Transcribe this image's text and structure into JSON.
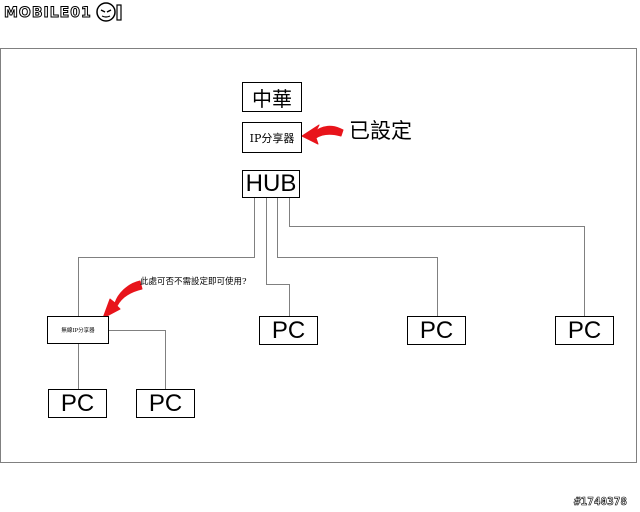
{
  "logo": {
    "text": "MOBILE01"
  },
  "nodes": {
    "isp": "中華",
    "router": "IP分享器",
    "hub": "HUB",
    "pc1": "PC",
    "pc2": "PC",
    "pc3": "PC",
    "second_router": "無線IP分享器",
    "pc4": "PC",
    "pc5": "PC"
  },
  "annotations": {
    "configured": "已設定",
    "question": "此處可否不需設定即可使用?"
  },
  "colors": {
    "arrow": "#e8141b",
    "line": "#808080"
  },
  "watermark": "#1740378"
}
